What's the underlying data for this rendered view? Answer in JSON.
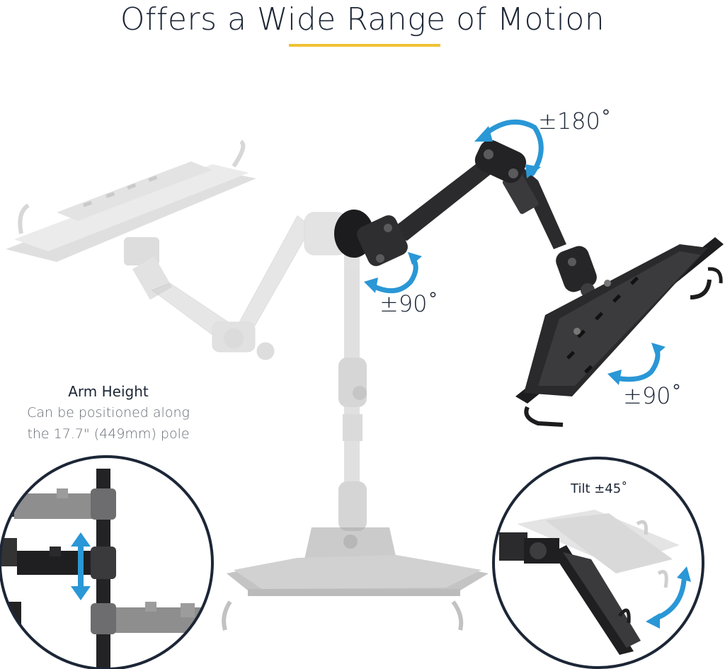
{
  "header": {
    "title": "Offers a Wide Range of Motion"
  },
  "motion_labels": {
    "rotate_top": "±180˚",
    "rotate_joint": "±90˚",
    "rotate_tray": "±90˚",
    "tilt": "Tilt ±45˚"
  },
  "arm_height": {
    "heading": "Arm Height",
    "line1": "Can be positioned along",
    "line2": "the 17.7\" (449mm) pole"
  },
  "colors": {
    "accent_yellow": "#f0c232",
    "arrow_blue": "#2a97d6",
    "metal_dark": "#2b2b2d",
    "metal_ghost": "#c9c9c9",
    "circle_border": "#1c2636"
  }
}
